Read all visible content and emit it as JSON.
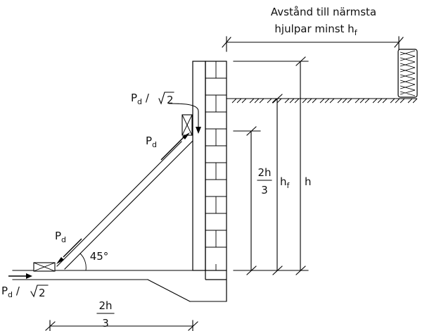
{
  "header": {
    "line1": "Avstånd till närmsta",
    "line2_prefix": "hjulpar minst h",
    "line2_sub": "f"
  },
  "labels": {
    "pd_main": "P",
    "pd_sub": "d",
    "sqrt_prefix": "/",
    "sqrt_value": "2",
    "angle": "45°",
    "two_h": "2h",
    "three": "3",
    "h_letter": "h",
    "hf_sub": "f",
    "h_only": "h"
  }
}
